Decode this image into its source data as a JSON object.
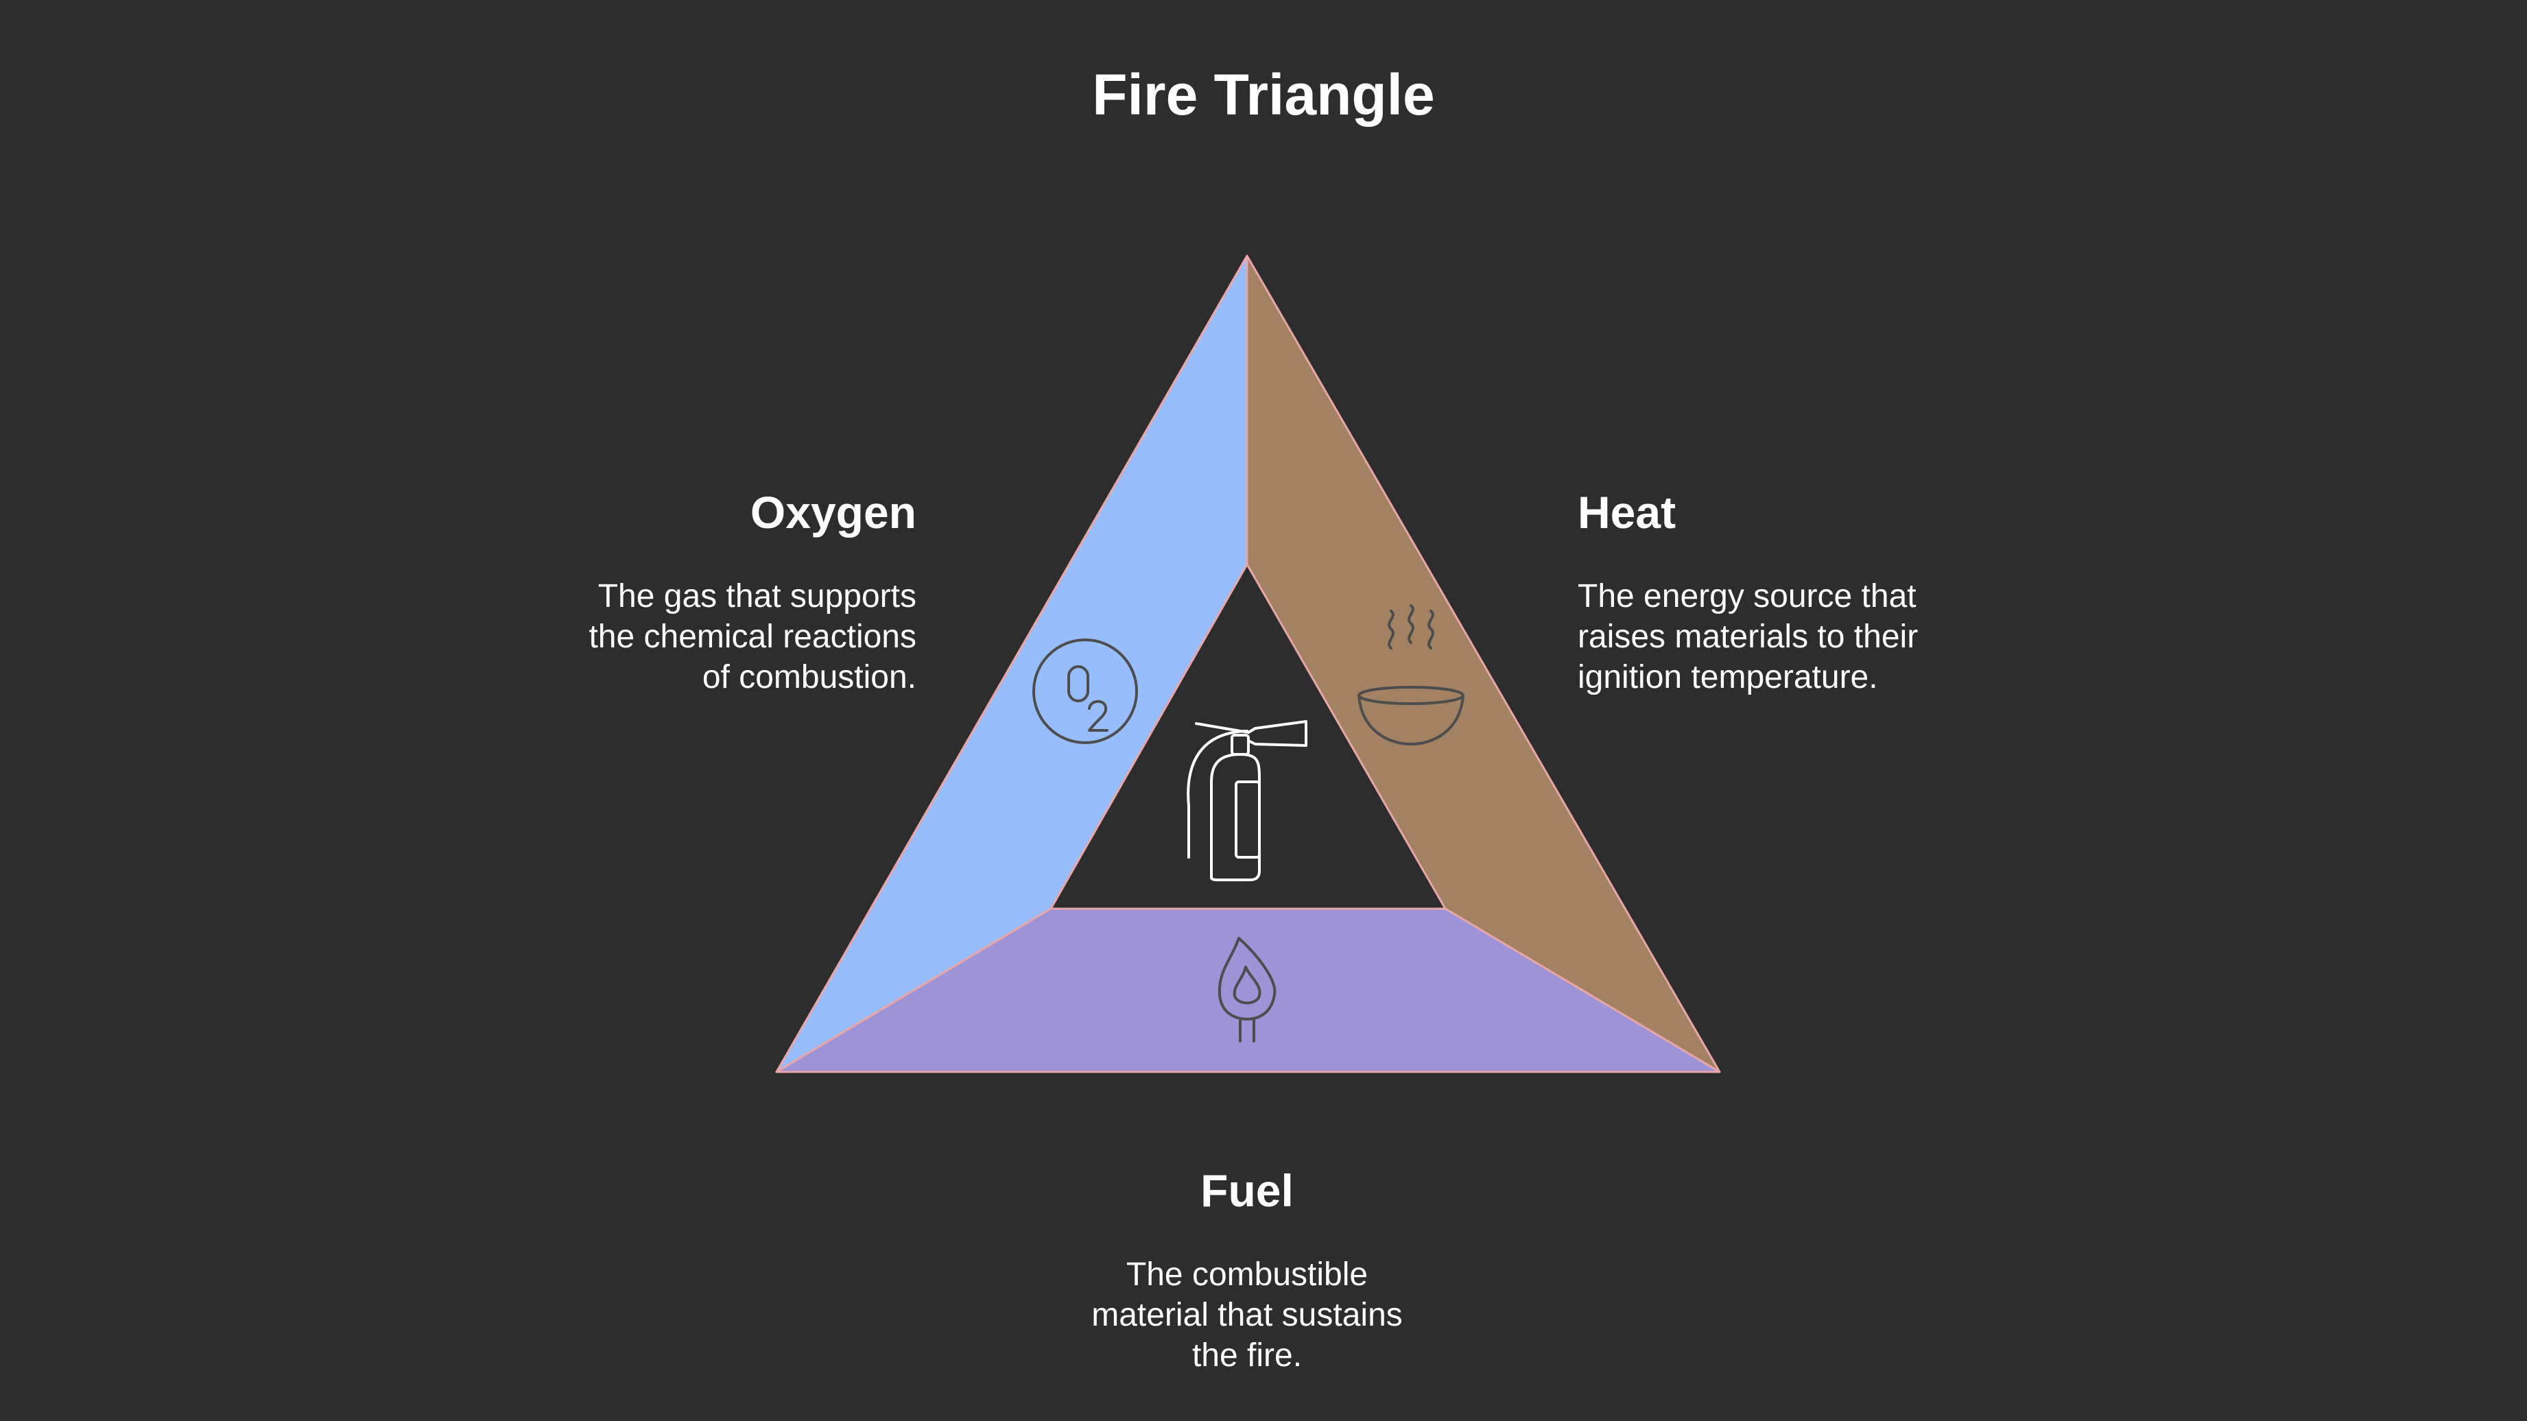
{
  "title": "Fire Triangle",
  "sides": {
    "oxygen": {
      "label": "Oxygen",
      "description": [
        "The gas that supports",
        "the chemical reactions",
        "of combustion."
      ],
      "icon": "o2-icon",
      "color": "#97bdfc"
    },
    "heat": {
      "label": "Heat",
      "description": [
        "The energy source that",
        "raises materials to their",
        "ignition temperature."
      ],
      "icon": "steaming-bowl-icon",
      "color": "#a38263"
    },
    "fuel": {
      "label": "Fuel",
      "description": [
        "The combustible",
        "material that sustains",
        "the fire."
      ],
      "icon": "burning-match-icon",
      "color": "#9e93d6"
    }
  },
  "center_icon": "fire-extinguisher-icon",
  "colors": {
    "background": "#2d2d2d",
    "text": "#ffffff",
    "edge": "#e9a6a6",
    "icon_stroke": "#4d4d4d",
    "center_icon_stroke": "#ffffff"
  }
}
